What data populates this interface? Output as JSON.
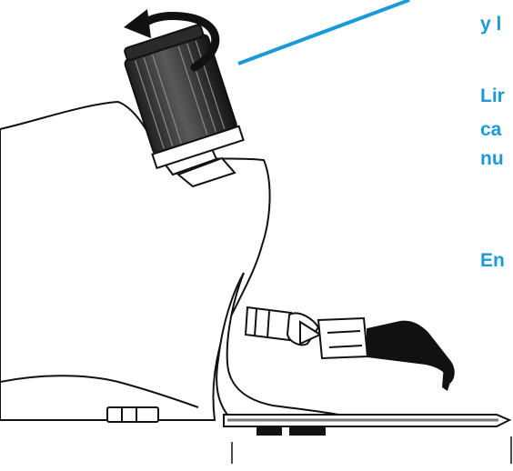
{
  "caption": {
    "line1": "y l",
    "line2": "Lir",
    "line3": "ca",
    "line4": "nu",
    "line5": "En"
  },
  "colors": {
    "caption_text": "#1a9ad6",
    "leader_line": "#1a9ad6",
    "outline": "#111111",
    "fill": "#ffffff"
  },
  "icons": [
    "rotation-arrow-icon"
  ]
}
